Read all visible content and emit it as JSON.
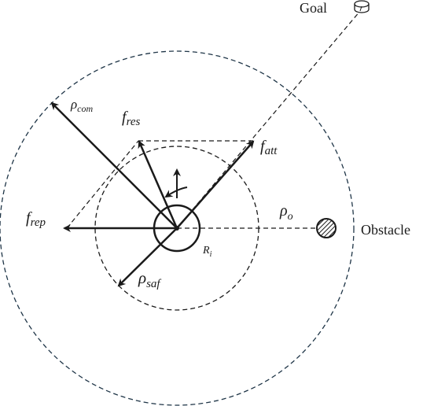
{
  "labels": {
    "goal": "Goal",
    "obstacle": "Obstacle",
    "rho_com": {
      "base": "ρ",
      "sub": "com"
    },
    "f_res": {
      "base": "f",
      "sub": "res"
    },
    "f_att": {
      "base": "f",
      "sub": "att"
    },
    "f_rep": {
      "base": "f",
      "sub": "rep"
    },
    "rho_o": {
      "base": "ρ",
      "sub": "o"
    },
    "r_i": {
      "base": "R",
      "sub": "i"
    },
    "rho_saf": {
      "base": "ρ",
      "sub": "saf"
    }
  },
  "colors": {
    "ink": "#1a1a1a",
    "outer_circle": "#1f3547"
  }
}
